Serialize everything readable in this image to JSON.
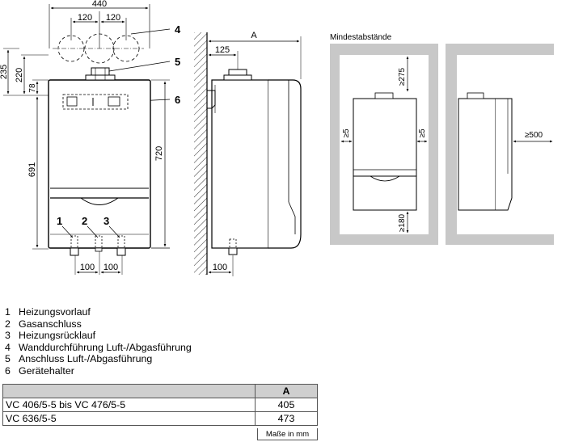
{
  "front_view": {
    "dim_width": "440",
    "dim_left_offset": "120",
    "dim_right_offset": "120",
    "dim_235": "235",
    "dim_220": "220",
    "dim_78": "78",
    "dim_691": "691",
    "dim_720": "720",
    "dim_pipe_left": "100",
    "dim_pipe_right": "100",
    "callout_1": "1",
    "callout_2": "2",
    "callout_3": "3",
    "callout_4": "4",
    "callout_5": "5",
    "callout_6": "6"
  },
  "side_view": {
    "dim_A": "A",
    "dim_125": "125",
    "dim_100": "100"
  },
  "clearance": {
    "title": "Mindestabstände",
    "top": "≥275",
    "left": "≥5",
    "right": "≥5",
    "bottom": "≥180",
    "front": "≥500"
  },
  "legend": [
    {
      "num": "1",
      "text": "Heizungsvorlauf"
    },
    {
      "num": "2",
      "text": "Gasanschluss"
    },
    {
      "num": "3",
      "text": "Heizungsrücklauf"
    },
    {
      "num": "4",
      "text": "Wanddurchführung Luft-/Abgasführung"
    },
    {
      "num": "5",
      "text": "Anschluss Luft-/Abgasführung"
    },
    {
      "num": "6",
      "text": "Gerätehalter"
    }
  ],
  "table": {
    "header_col": "A",
    "rows": [
      {
        "model": "VC 406/5-5 bis VC 476/5-5",
        "value": "405"
      },
      {
        "model": "VC 636/5-5",
        "value": "473"
      }
    ],
    "unit_note": "Maße in mm"
  }
}
